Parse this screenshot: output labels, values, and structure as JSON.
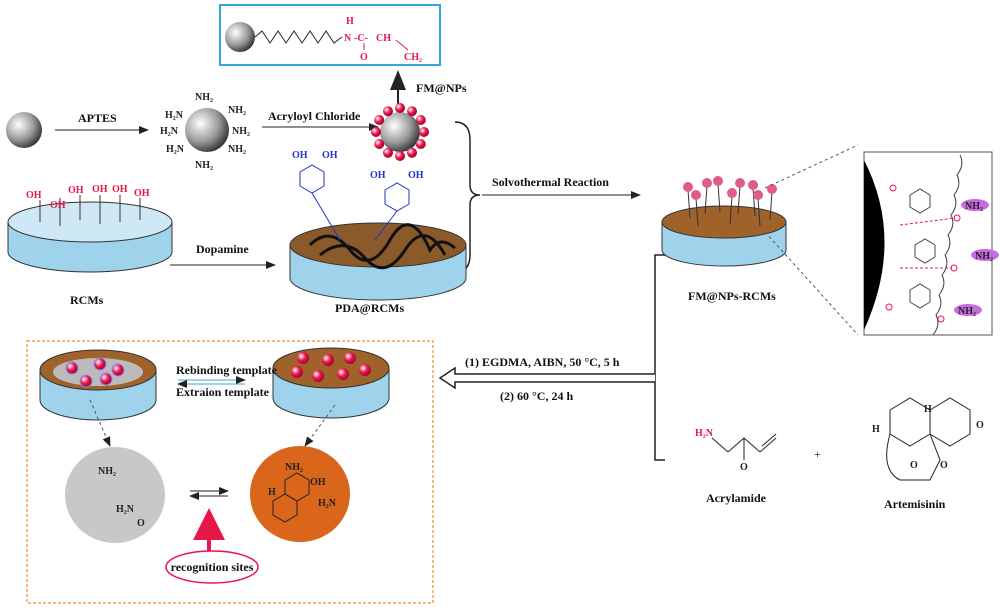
{
  "labels": {
    "aptes": "APTES",
    "acryloyl_chloride": "Acryloyl Chloride",
    "fm_nps": "FM@NPs",
    "solvothermal": "Solvothermal Reaction",
    "dopamine": "Dopamine",
    "rcms": "RCMs",
    "pda_rcms": "PDA@RCMs",
    "fm_nps_rcms": "FM@NPs-RCMs",
    "step1": "(1) EGDMA, AIBN, 50 °C, 5 h",
    "step2": "(2) 60 °C, 24 h",
    "rebinding": "Rebinding template",
    "extraction": "Extraion template",
    "recognition_sites": "recognition sites",
    "acrylamide": "Acrylamide",
    "artemisinin": "Artemisinin",
    "plus": "+"
  },
  "chem": {
    "top_n": "N",
    "top_h": "H",
    "top_c1": "-C-",
    "top_ch": "CH",
    "top_o": "O",
    "top_ch2": "CH₂",
    "nh2": "NH₂",
    "h2n": "H₂N",
    "oh": "OH",
    "o": "O",
    "h": "H",
    "nh": "NH"
  },
  "colors": {
    "red_accent": "#e8174a",
    "disc_side": "#9fd3ec",
    "pda_brown": "#8b5a2b",
    "orange_box": "#f0a050",
    "gray_circle": "#c8c8c8",
    "orange_circle": "#d9661a",
    "pink_ball": "#e05a8a",
    "purple_highlight": "#c86be0"
  }
}
